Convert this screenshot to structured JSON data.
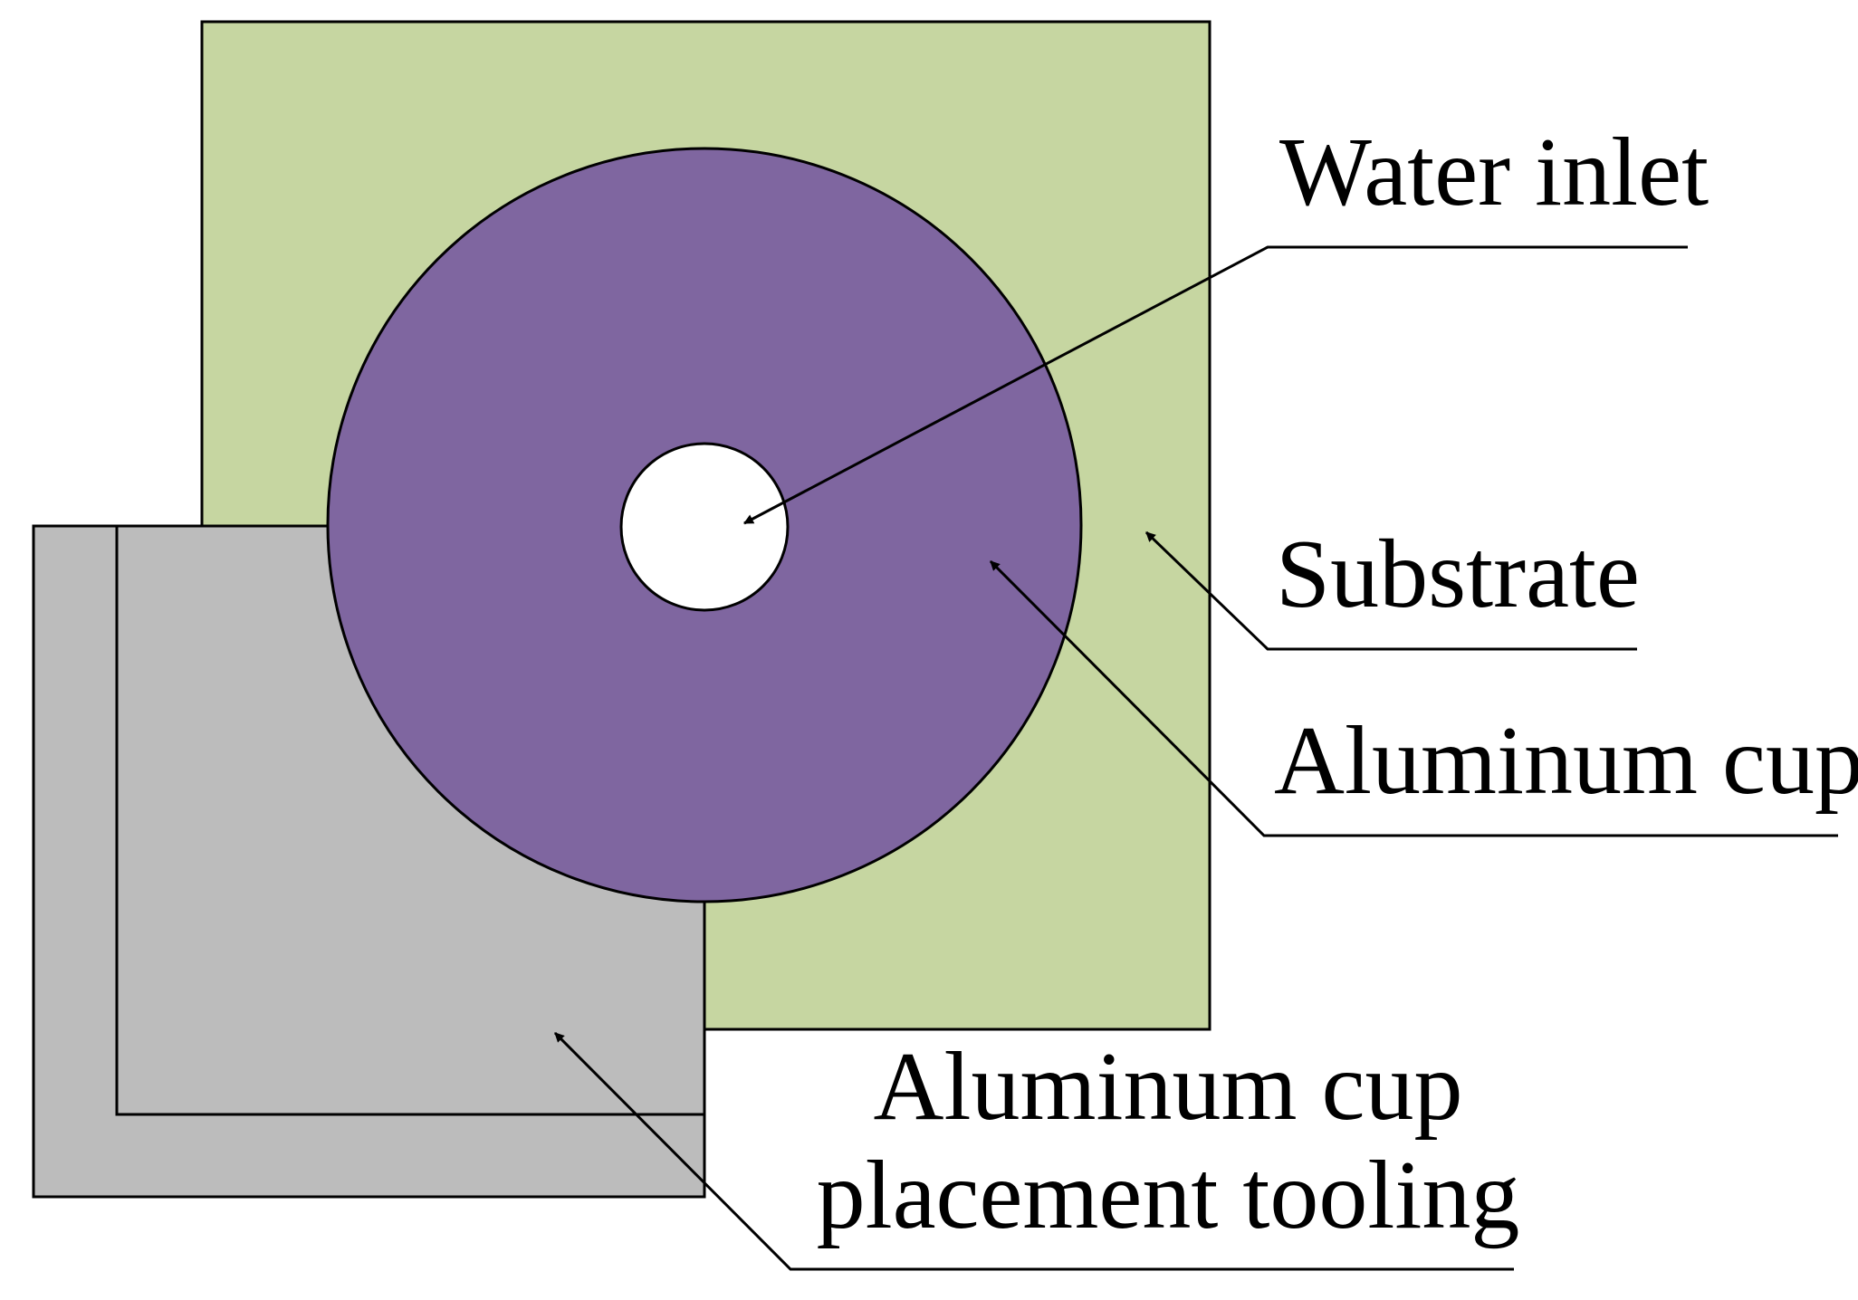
{
  "colors": {
    "substrate": "#c6d6a1",
    "aluminum_cup": "#7f66a0",
    "tooling": "#bcbcbc",
    "water_inlet": "#ffffff",
    "outline": "#000000"
  },
  "labels": {
    "water_inlet": "Water inlet",
    "substrate": "Substrate",
    "aluminum_cup": "Aluminum cup",
    "tooling_line1": "Aluminum cup",
    "tooling_line2": "placement tooling"
  }
}
